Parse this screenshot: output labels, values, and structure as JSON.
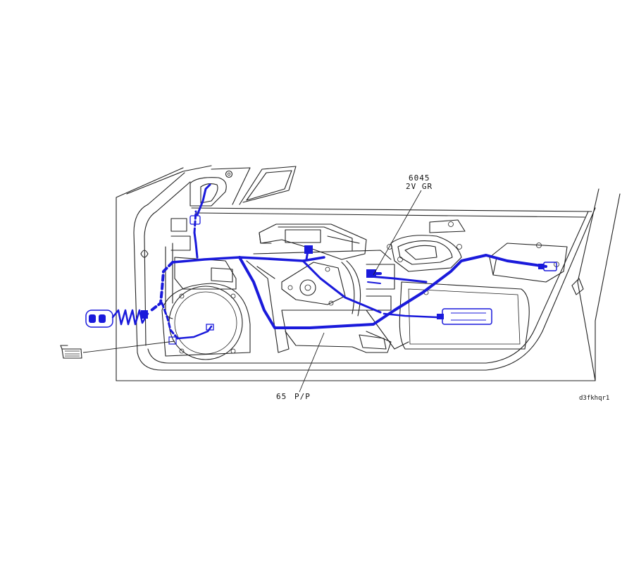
{
  "diagram": {
    "callouts": [
      {
        "id": "connector",
        "number": "6045",
        "spec": "2V  GR"
      },
      {
        "id": "harness",
        "number": "65",
        "spec": "P/P"
      }
    ],
    "figure_code": "d3fkhqr1",
    "colors": {
      "harness": "#1a1adb",
      "linework": "#222222",
      "background": "#ffffff"
    }
  }
}
